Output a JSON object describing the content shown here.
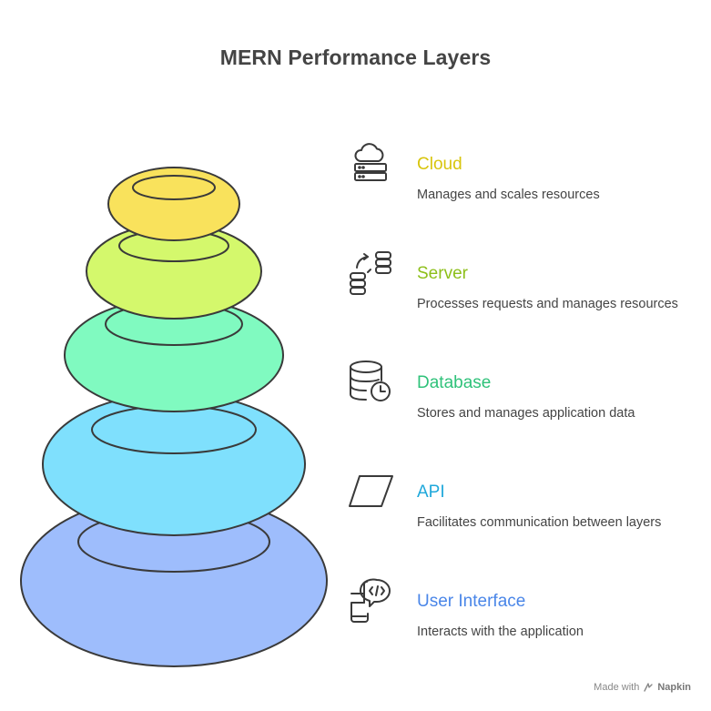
{
  "title": "MERN Performance Layers",
  "layers": [
    {
      "title": "Cloud",
      "description": "Manages and scales resources",
      "color": "#d8c50c",
      "fill": "#f9e25c",
      "icon": "cloud-server-icon"
    },
    {
      "title": "Server",
      "description": "Processes requests and manages resources",
      "color": "#8dbf1a",
      "fill": "#d4f86c",
      "icon": "server-sync-icon"
    },
    {
      "title": "Database",
      "description": "Stores and manages application data",
      "color": "#2fc27a",
      "fill": "#80fac0",
      "icon": "database-clock-icon"
    },
    {
      "title": "API",
      "description": "Facilitates communication between layers",
      "color": "#1fa8db",
      "fill": "#7fe0fd",
      "icon": "parallelogram-icon"
    },
    {
      "title": "User Interface",
      "description": "Interacts with the application",
      "color": "#4a86e8",
      "fill": "#9ebdfc",
      "icon": "mobile-code-icon"
    }
  ],
  "credit": {
    "prefix": "Made with",
    "brand": "Napkin"
  }
}
